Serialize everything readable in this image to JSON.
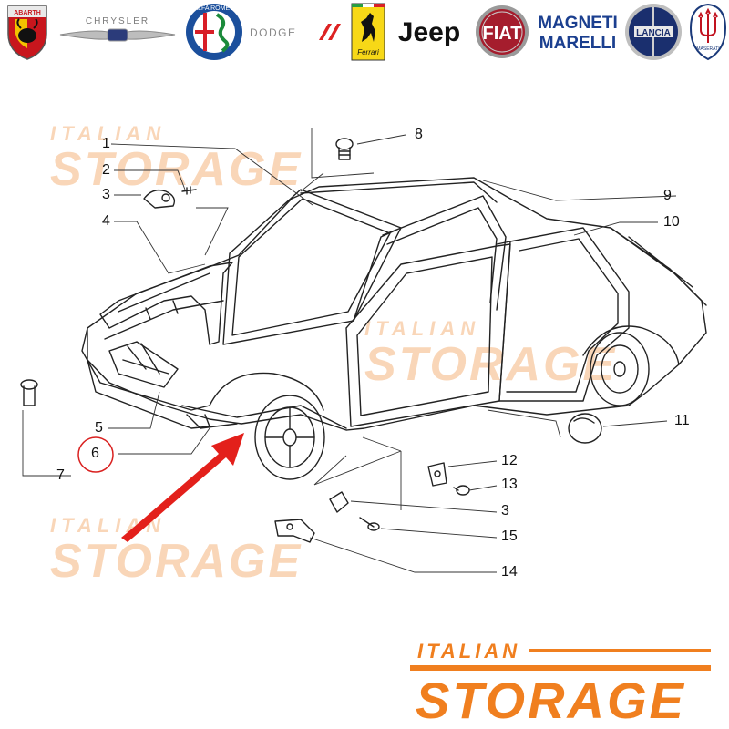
{
  "brands": [
    {
      "id": "abarth",
      "label": "ABARTH"
    },
    {
      "id": "chrysler",
      "label": "CHRYSLER"
    },
    {
      "id": "alfa",
      "label": "ALFA ROMEO"
    },
    {
      "id": "dodge",
      "label": "DODGE"
    },
    {
      "id": "ferrari",
      "label": "Ferrari"
    },
    {
      "id": "jeep",
      "label": "Jeep"
    },
    {
      "id": "fiat",
      "label": "FIAT"
    },
    {
      "id": "magneti",
      "line1": "MAGNETI",
      "line2": "MARELLI"
    },
    {
      "id": "lancia",
      "label": "LANCIA"
    },
    {
      "id": "maserati",
      "label": "MASERATI"
    }
  ],
  "callouts": [
    {
      "n": "1"
    },
    {
      "n": "2"
    },
    {
      "n": "3"
    },
    {
      "n": "4"
    },
    {
      "n": "5"
    },
    {
      "n": "6"
    },
    {
      "n": "7"
    },
    {
      "n": "8"
    },
    {
      "n": "9"
    },
    {
      "n": "10"
    },
    {
      "n": "11"
    },
    {
      "n": "12"
    },
    {
      "n": "13"
    },
    {
      "n": "3"
    },
    {
      "n": "15"
    },
    {
      "n": "14"
    }
  ],
  "highlighted_part": "6",
  "watermark": {
    "line1": "ITALIAN",
    "line2": "STORAGE"
  },
  "footer_logo": {
    "line1": "ITALIAN",
    "line2": "STORAGE"
  },
  "colors": {
    "accent": "#f07f1f",
    "watermark": "#f9d6b8",
    "highlight_circle": "#d9201f",
    "arrow": "#e3201b",
    "line": "#222222"
  }
}
